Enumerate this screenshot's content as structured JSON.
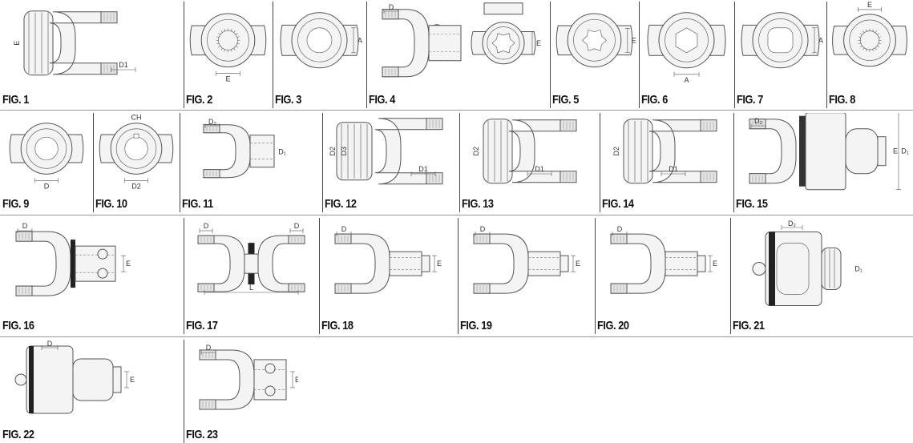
{
  "rows": [
    {
      "cells": [
        {
          "caption": "FIG. 1",
          "kind": "yoke_flange",
          "labels": [
            "E",
            "D1"
          ]
        },
        {
          "caption": "FIG. 2",
          "kind": "front_splined",
          "labels": [
            "E"
          ]
        },
        {
          "caption": "FIG. 3",
          "kind": "front_round",
          "labels": [
            "A"
          ]
        },
        {
          "caption": "FIG. 4",
          "kind": "yoke_bolt_double",
          "labels": [
            "D",
            "E"
          ]
        },
        {
          "caption": "FIG. 5",
          "kind": "front_star",
          "labels": [
            "E"
          ]
        },
        {
          "caption": "FIG. 6",
          "kind": "front_hex",
          "labels": [
            "A"
          ]
        },
        {
          "caption": "FIG. 7",
          "kind": "front_lobed",
          "labels": [
            "A"
          ]
        },
        {
          "caption": "FIG. 8",
          "kind": "front_splined_small",
          "labels": [
            "E"
          ]
        }
      ]
    },
    {
      "cells": [
        {
          "caption": "FIG. 9",
          "kind": "front_plain",
          "labels": [
            "D"
          ]
        },
        {
          "caption": "FIG. 10",
          "kind": "front_keyed",
          "labels": [
            "CH",
            "D2"
          ]
        },
        {
          "caption": "FIG. 11",
          "kind": "yoke_simple",
          "labels": [
            "D₂",
            "D₁"
          ]
        },
        {
          "caption": "FIG. 12",
          "kind": "yoke_flange3",
          "labels": [
            "D2",
            "D3",
            "D1"
          ]
        },
        {
          "caption": "FIG. 13",
          "kind": "yoke_flange",
          "labels": [
            "D2",
            "D1"
          ]
        },
        {
          "caption": "FIG. 14",
          "kind": "yoke_flange",
          "labels": [
            "D2",
            "D1"
          ]
        },
        {
          "caption": "FIG. 15",
          "kind": "yoke_clutch",
          "labels": [
            "D₂",
            "E",
            "D₁"
          ]
        }
      ]
    },
    {
      "cells": [
        {
          "caption": "FIG. 16",
          "kind": "yoke_ring_bolt",
          "labels": [
            "D",
            "E"
          ]
        },
        {
          "caption": "FIG. 17",
          "kind": "yoke_double",
          "labels": [
            "D",
            "D",
            "L"
          ]
        },
        {
          "caption": "FIG. 18",
          "kind": "yoke_tube",
          "labels": [
            "D",
            "E"
          ]
        },
        {
          "caption": "FIG. 19",
          "kind": "yoke_tube",
          "labels": [
            "D",
            "E"
          ]
        },
        {
          "caption": "FIG. 20",
          "kind": "yoke_tube",
          "labels": [
            "D",
            "E"
          ]
        },
        {
          "caption": "FIG. 21",
          "kind": "yoke_push_pin",
          "labels": [
            "D₂",
            "D₁"
          ]
        }
      ]
    },
    {
      "cells": [
        {
          "caption": "FIG. 22",
          "kind": "yoke_push_pin_small",
          "labels": [
            "D",
            "E"
          ]
        },
        {
          "caption": "FIG. 23",
          "kind": "yoke_bolt",
          "labels": [
            "D",
            "E"
          ]
        }
      ]
    }
  ]
}
